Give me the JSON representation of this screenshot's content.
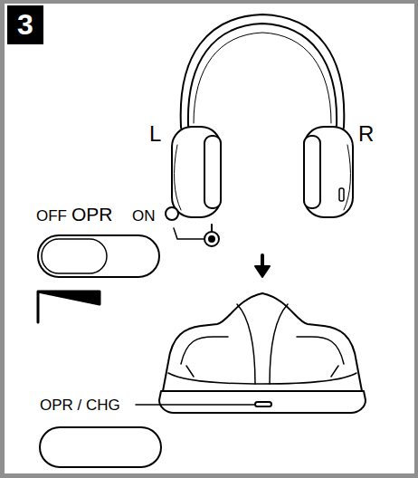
{
  "diagram": {
    "nodes": [
      {
        "text": [
          "3"
        ]
      }
    ],
    "labels": [
      "L",
      "R",
      "OFF",
      "OPR",
      "ON",
      "OPR / CHG"
    ]
  }
}
